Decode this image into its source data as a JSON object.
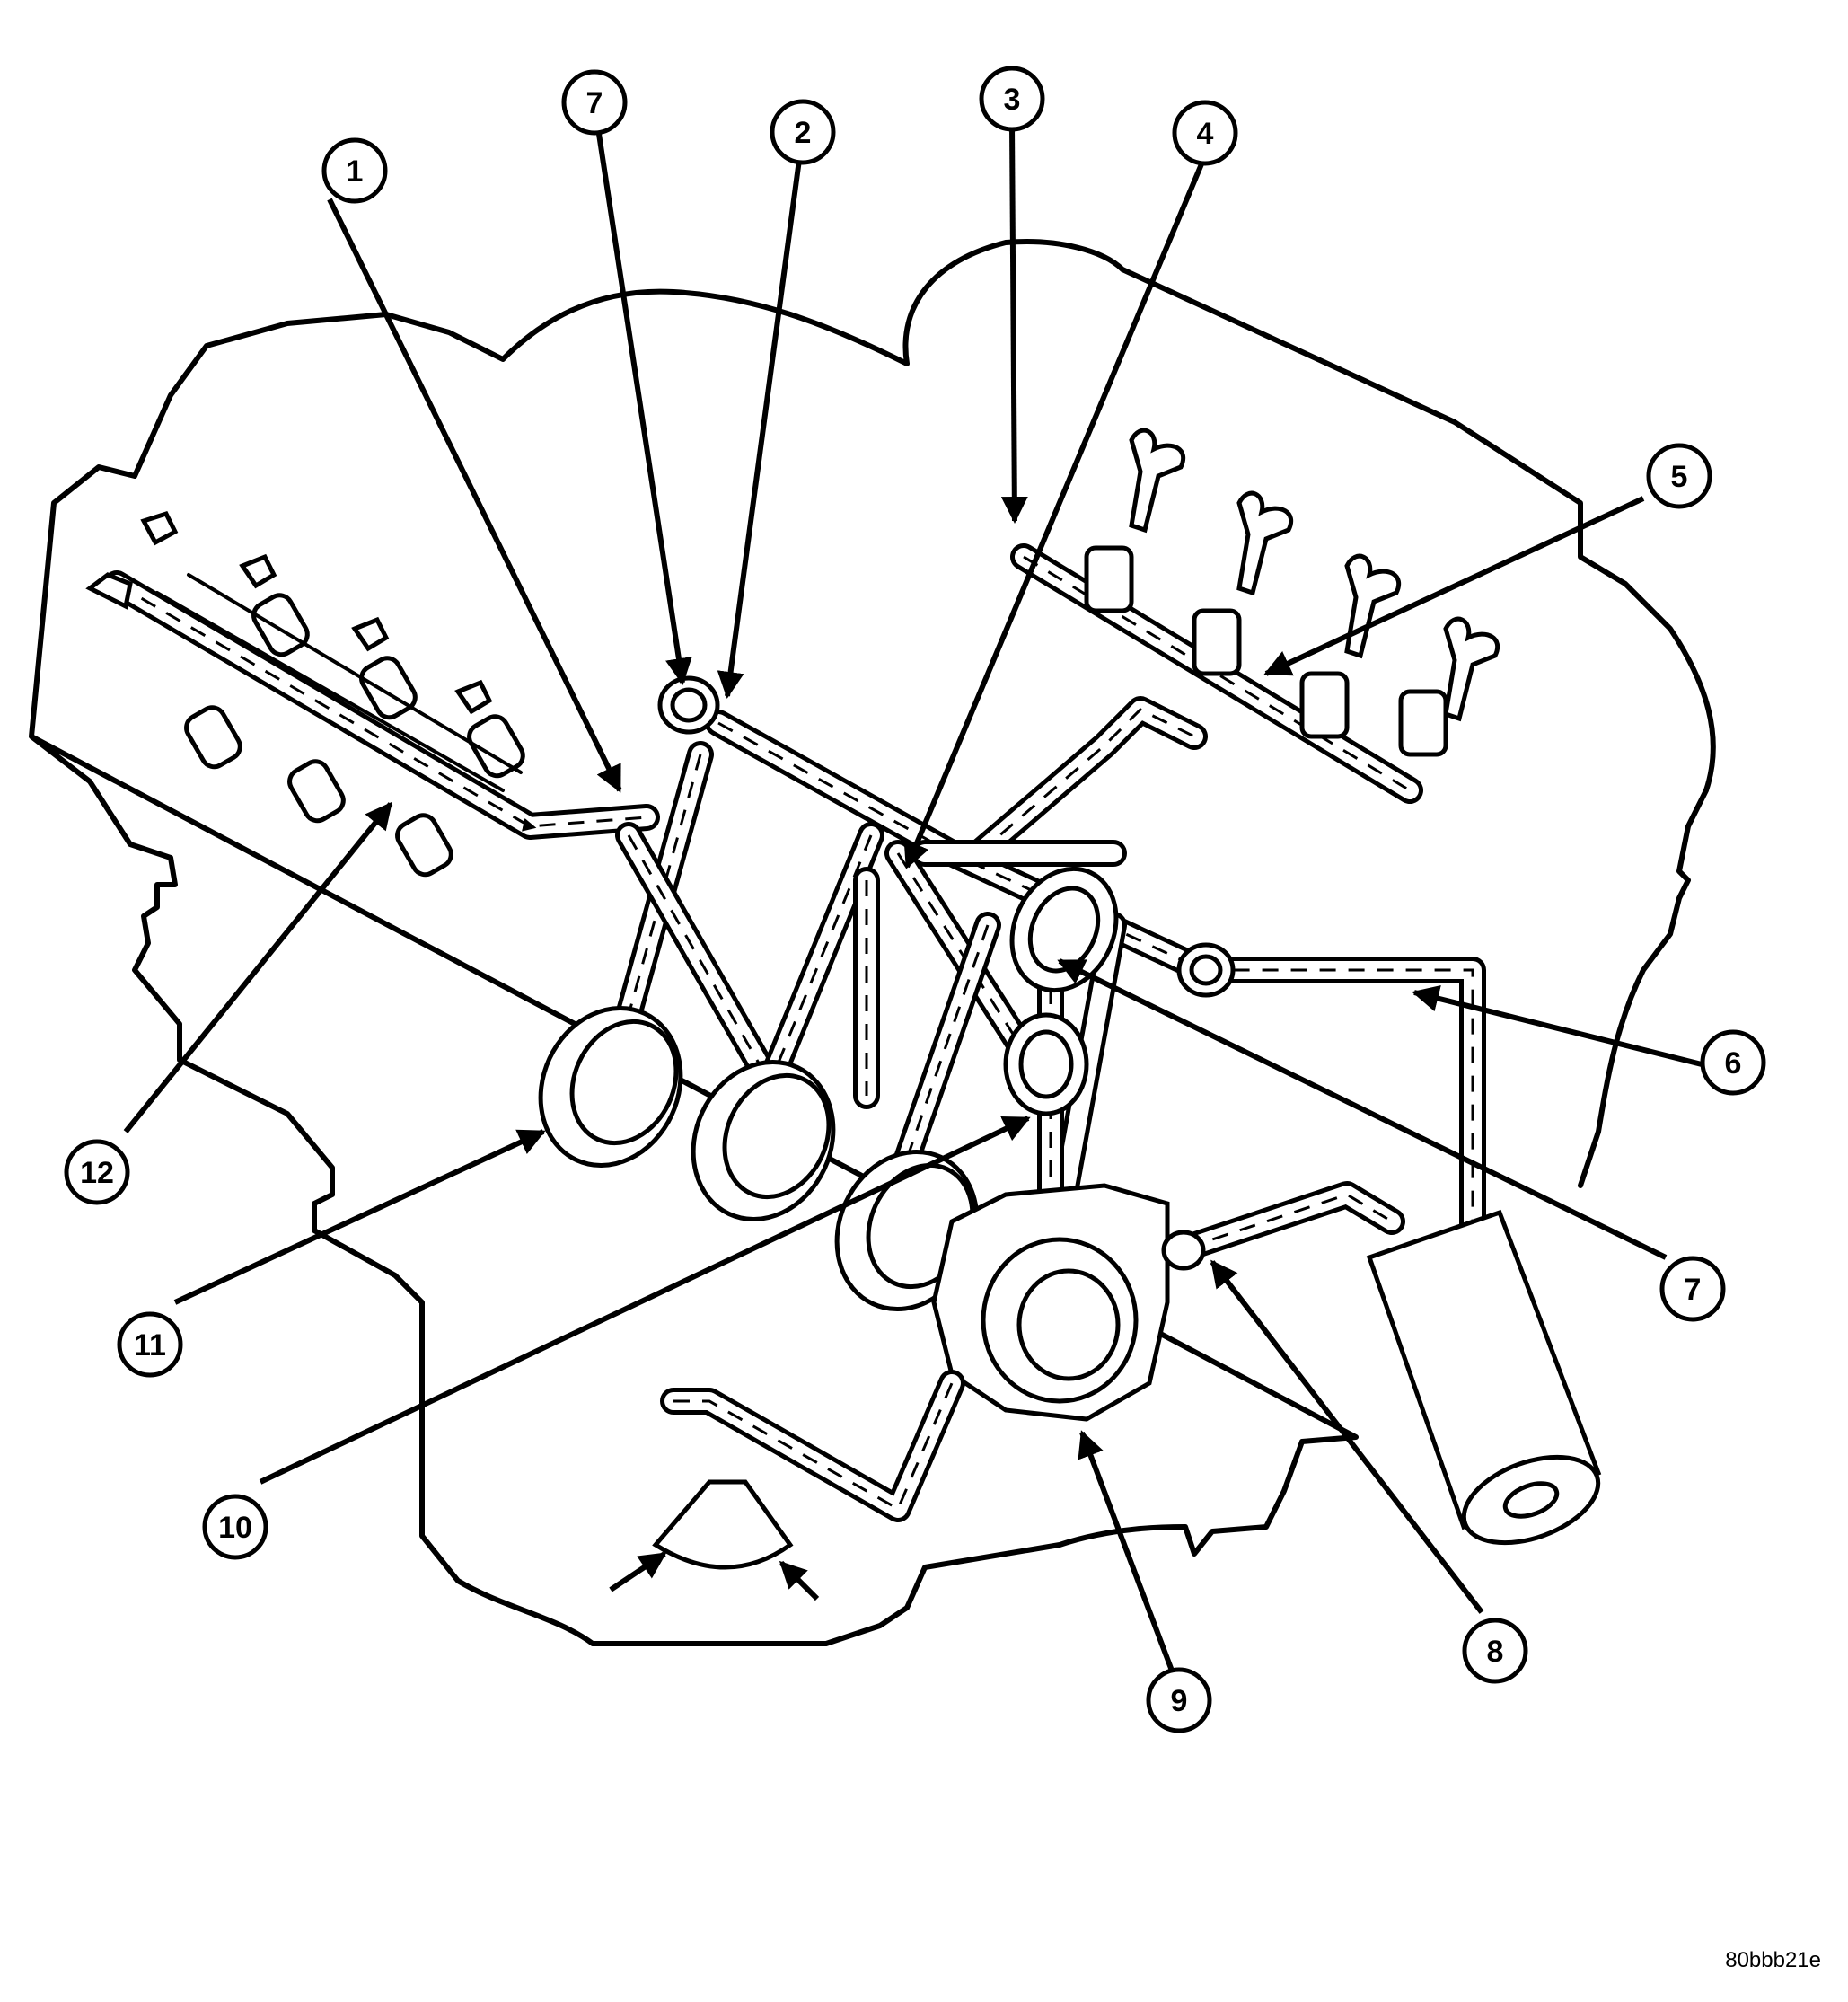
{
  "figure_id": "80bbb21e",
  "callouts": {
    "c1": "1",
    "c2": "2",
    "c3": "3",
    "c4": "4",
    "c5": "5",
    "c6": "6",
    "c7a": "7",
    "c7b": "7",
    "c8": "8",
    "c9": "9",
    "c10": "10",
    "c11": "11",
    "c12": "12"
  }
}
